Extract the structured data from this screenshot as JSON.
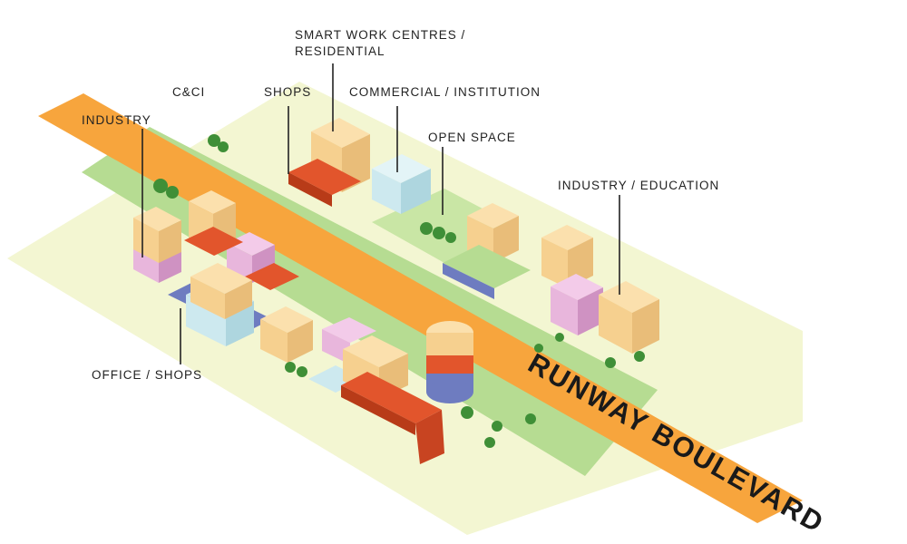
{
  "labels": {
    "smart_work_line1": "SMART WORK CENTRES /",
    "smart_work_line2": "RESIDENTIAL",
    "ccci": "C&CI",
    "shops": "SHOPS",
    "commercial_institution": "COMMERCIAL / INSTITUTION",
    "industry": "INDUSTRY",
    "open_space": "OPEN SPACE",
    "industry_education": "INDUSTRY / EDUCATION",
    "office_shops": "OFFICE / SHOPS",
    "boulevard": "RUNWAY BOULEVARD"
  },
  "colors": {
    "ground": "#f3f6d2",
    "green_belt": "#b6dc92",
    "boulevard": "#f7a53d",
    "residential_tan": "#f6d08f",
    "commercial_blue": "#cde9ef",
    "industry_pink": "#e8b6dc",
    "shops_red": "#e2552c",
    "office_navy": "#6e7cc0",
    "tree": "#3f8f37"
  }
}
